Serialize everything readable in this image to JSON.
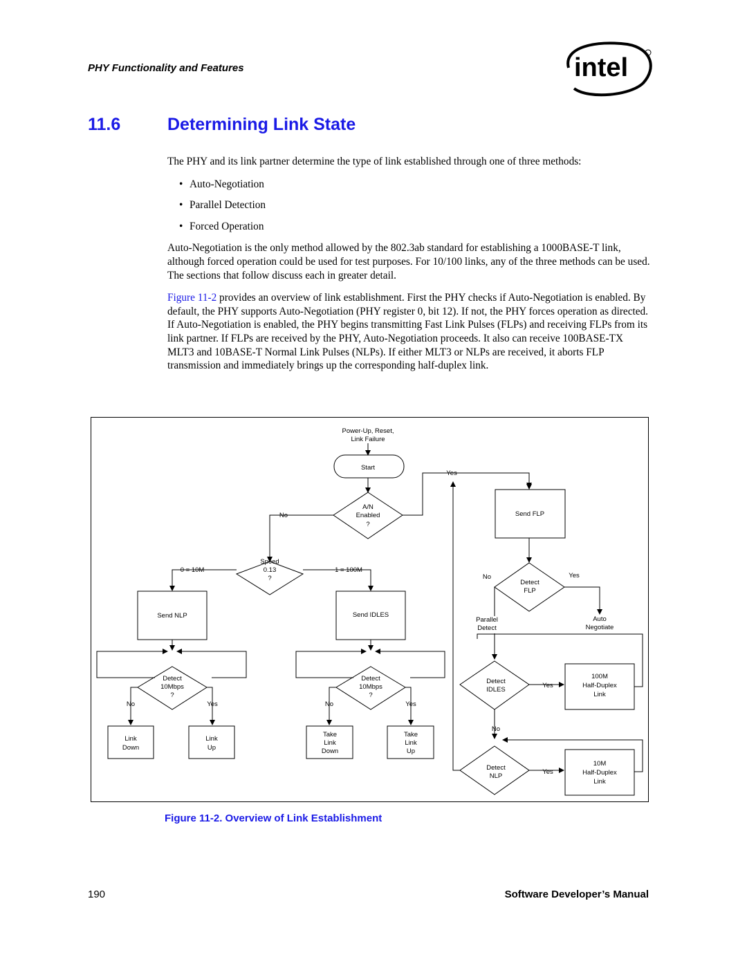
{
  "header": {
    "section_label": "PHY Functionality and Features",
    "logo_text": "intel"
  },
  "section": {
    "number": "11.6",
    "title": "Determining Link State"
  },
  "intro": "The PHY and its link partner determine the type of link established through one of three methods:",
  "methods": [
    "Auto-Negotiation",
    "Parallel Detection",
    "Forced Operation"
  ],
  "para2": "Auto-Negotiation is the only method allowed by the 802.3ab standard for establishing a 1000BASE-T link, although forced operation could be used for test purposes. For 10/100 links, any of the three methods can be used. The sections that follow discuss each in greater detail.",
  "para3_link": "Figure 11-2",
  "para3_rest": " provides an overview of link establishment. First the PHY checks if Auto-Negotiation is enabled. By default, the PHY supports Auto-Negotiation (PHY register 0, bit 12). If not, the PHY forces operation as directed. If Auto-Negotiation is enabled, the PHY begins transmitting Fast Link Pulses (FLPs) and receiving FLPs from its link partner. If FLPs are received by the PHY, Auto-Negotiation proceeds. It also can receive 100BASE-TX MLT3 and 10BASE-T Normal Link Pulses (NLPs). If either MLT3 or NLPs are received, it aborts FLP transmission and immediately brings up the corresponding half-duplex link.",
  "flowchart": {
    "entry_line1": "Power-Up, Reset,",
    "entry_line2": "Link Failure",
    "start": "Start",
    "an_line1": "A/N",
    "an_line2": "Enabled",
    "an_line3": "?",
    "an_no": "No",
    "an_yes": "Yes",
    "speed_line1": "Speed",
    "speed_line2": "0.13",
    "speed_line3": "?",
    "speed_left": "0 = 10M",
    "speed_right": "1 = 100M",
    "send_nlp": "Send NLP",
    "send_idles": "Send IDLES",
    "send_flp": "Send FLP",
    "d10_line1": "Detect",
    "d10_line2": "10Mbps",
    "d10_line3": "?",
    "no": "No",
    "yes": "Yes",
    "link_down_1": "Link",
    "link_down_2": "Down",
    "link_up_1": "Link",
    "link_up_2": "Up",
    "take_1": "Take",
    "take_2": "Link",
    "take_3": "Down",
    "take_up_3": "Up",
    "dflp_1": "Detect",
    "dflp_2": "FLP",
    "parallel_1": "Parallel",
    "parallel_2": "Detect",
    "auto_1": "Auto",
    "auto_2": "Negotiate",
    "didles_1": "Detect",
    "didles_2": "IDLES",
    "dnlp_1": "Detect",
    "dnlp_2": "NLP",
    "hd100_1": "100M",
    "hd100_2": "Half-Duplex",
    "hd100_3": "Link",
    "hd10_1": "10M",
    "hd10_2": "Half-Duplex",
    "hd10_3": "Link"
  },
  "caption": "Figure 11-2. Overview of Link Establishment",
  "footer": {
    "page": "190",
    "title": "Software Developer’s Manual"
  },
  "colors": {
    "link": "#1a1ae6"
  }
}
